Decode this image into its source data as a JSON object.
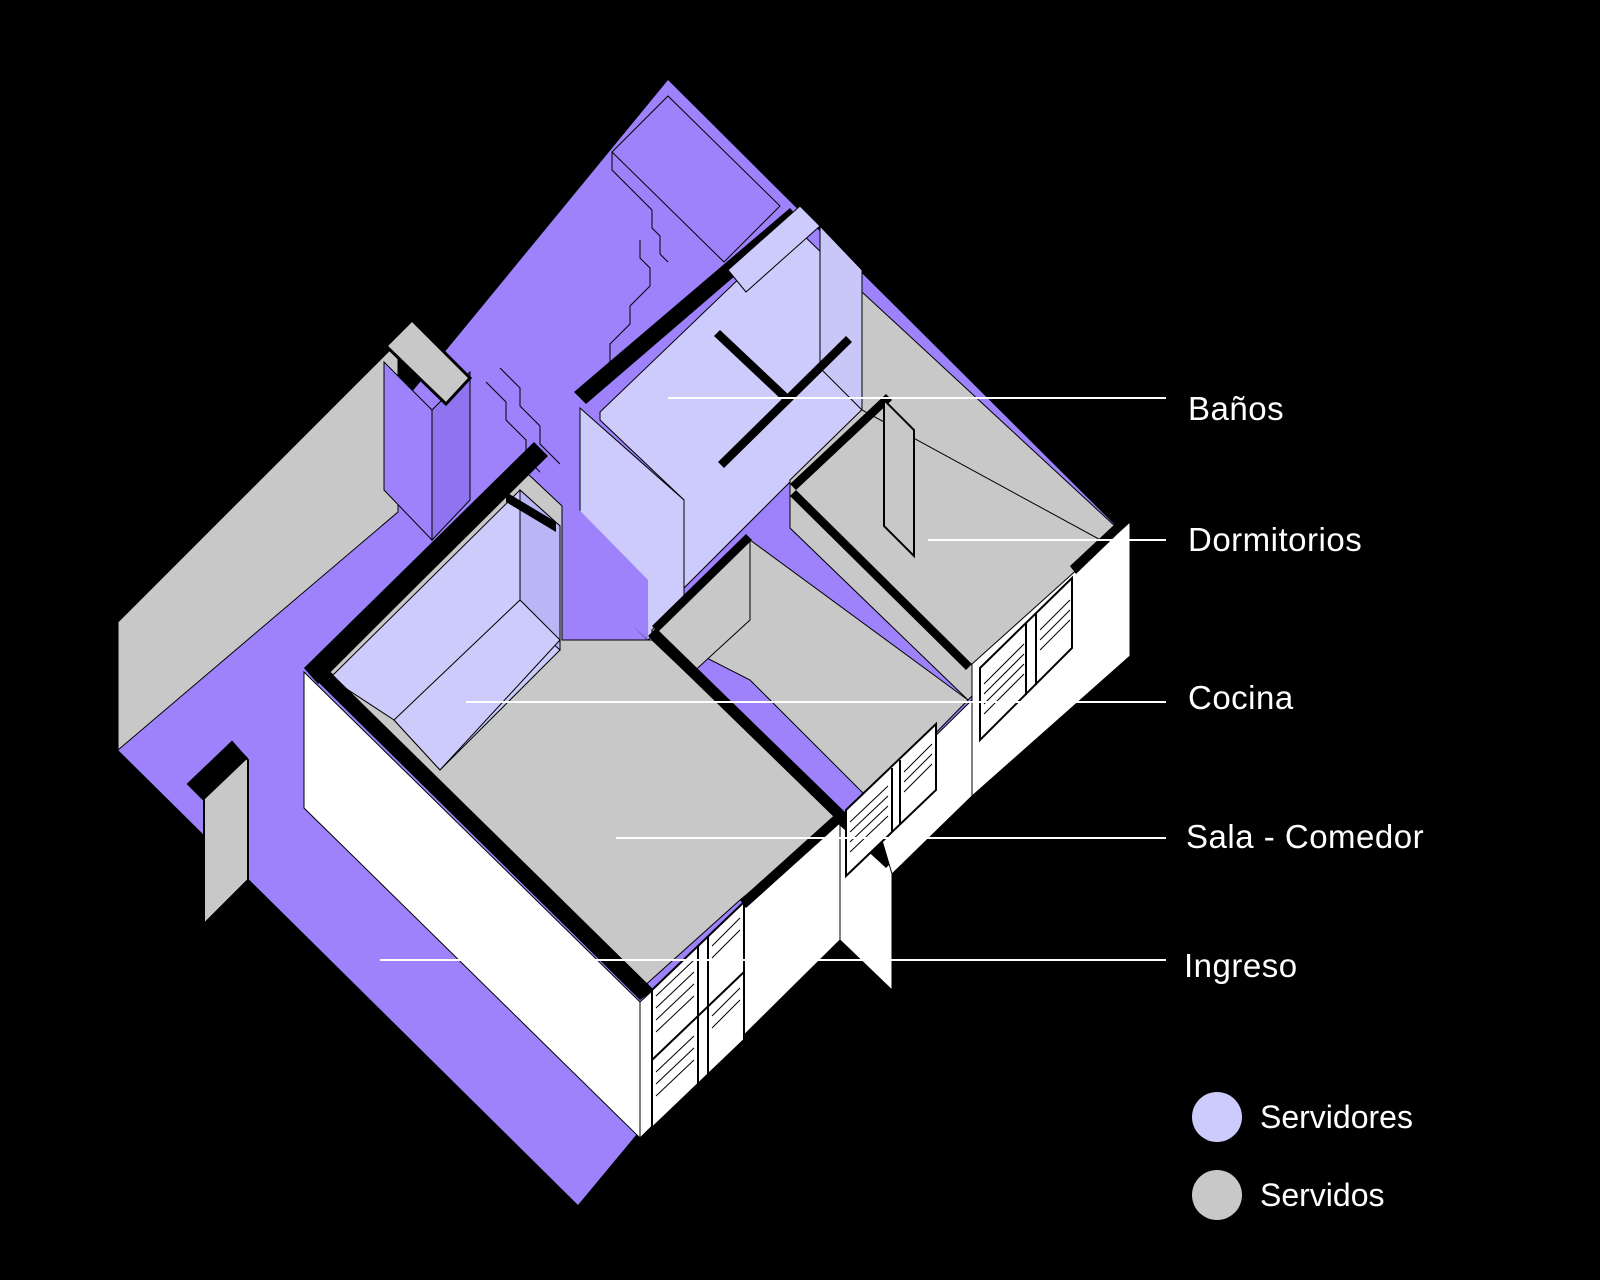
{
  "colors": {
    "background": "#000000",
    "servidores_dark": "#9d82fb",
    "servidores_light": "#cccbfb",
    "servidos": "#c8c8c8",
    "wall_white": "#ffffff",
    "leader_line": "#ffffff"
  },
  "labels": {
    "banos": "Baños",
    "dormitorios": "Dormitorios",
    "cocina": "Cocina",
    "sala": "Sala - Comedor",
    "ingreso": "Ingreso"
  },
  "legend": {
    "servidores": {
      "label": "Servidores",
      "color": "#cccbfb"
    },
    "servidos": {
      "label": "Servidos",
      "color": "#c8c8c8"
    }
  }
}
